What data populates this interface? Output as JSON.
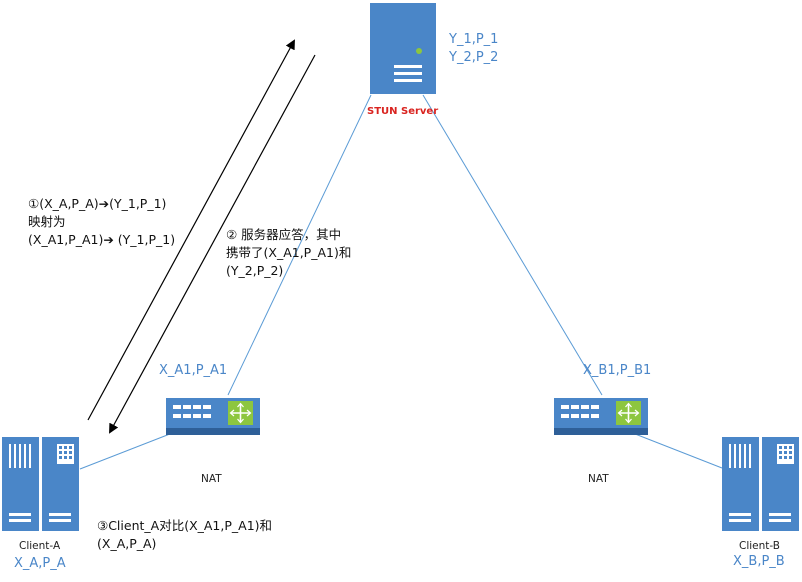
{
  "stun_server": {
    "label": "STUN Server",
    "addr1": "Y_1,P_1",
    "addr2": "Y_2,P_2"
  },
  "nat_a": {
    "label": "NAT",
    "addr": "X_A1,P_A1"
  },
  "nat_b": {
    "label": "NAT",
    "addr": "X_B1,P_B1"
  },
  "client_a": {
    "label": "Client-A",
    "addr": "X_A,P_A"
  },
  "client_b": {
    "label": "Client-B",
    "addr": "X_B,P_B"
  },
  "steps": {
    "step1": [
      "①(X_A,P_A)➔(Y_1,P_1)",
      "映射为",
      "(X_A1,P_A1)➔ (Y_1,P_1)"
    ],
    "step2": [
      "② 服务器应答，其中",
      "携带了(X_A1,P_A1)和",
      "(Y_2,P_2)"
    ],
    "step3": [
      "③Client_A对比(X_A1,P_A1)和",
      "(X_A,P_A)"
    ]
  },
  "colors": {
    "device_blue": "#4a86c8",
    "device_dark": "#2e5f98",
    "link_line": "#5b9bd5",
    "router_green": "#8dc63f",
    "server_label_red": "#d9231f"
  }
}
